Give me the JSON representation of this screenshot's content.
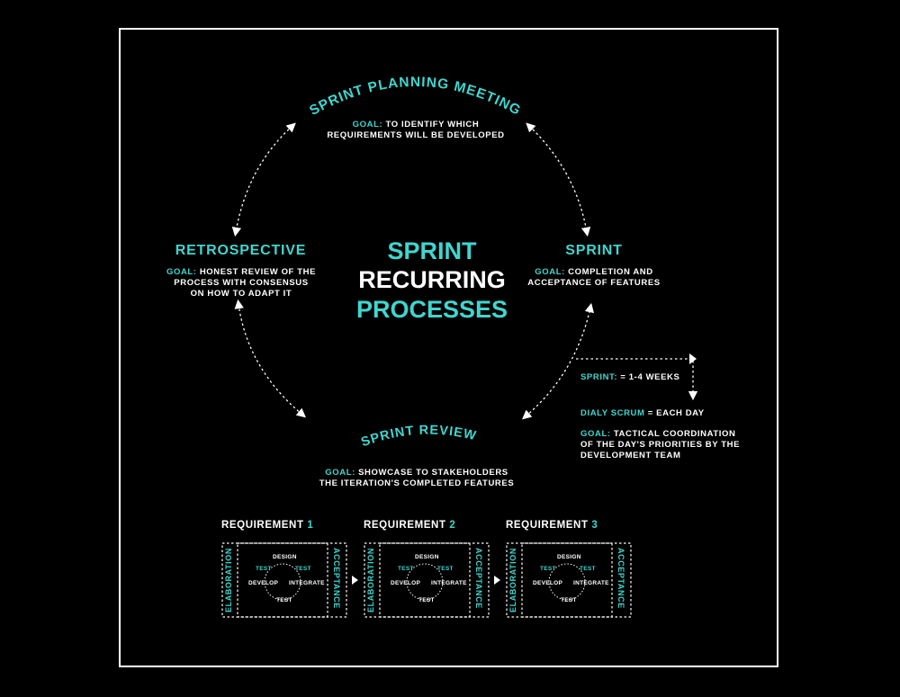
{
  "center": {
    "line1": "SPRINT",
    "line2": "RECURRING",
    "line3": "PROCESSES"
  },
  "planning": {
    "title": "SPRINT PLANNING MEETING",
    "goal_label": "GOAL:",
    "goal_text1": "TO IDENTIFY WHICH",
    "goal_text2": "REQUIREMENTS WILL BE DEVELOPED"
  },
  "sprint": {
    "title": "SPRINT",
    "goal_label": "GOAL:",
    "goal_text1": "COMPLETION AND",
    "goal_text2": "ACCEPTANCE OF FEATURES"
  },
  "retrospective": {
    "title": "RETROSPECTIVE",
    "goal_label": "GOAL:",
    "goal_text1": "HONEST REVIEW OF THE",
    "goal_text2": "PROCESS WITH CONSENSUS",
    "goal_text3": "ON HOW TO ADAPT IT"
  },
  "review": {
    "title": "SPRINT REVIEW",
    "goal_label": "GOAL:",
    "goal_text1": "SHOWCASE TO STAKEHOLDERS",
    "goal_text2": "THE ITERATION'S COMPLETED FEATURES"
  },
  "details": {
    "sprint_label": "SPRINT:",
    "sprint_value": "= 1-4 WEEKS",
    "scrum_label": "DIALY SCRUM",
    "scrum_value": "= EACH DAY",
    "goal_label": "GOAL:",
    "goal_text1": "TACTICAL COORDINATION",
    "goal_text2": "OF THE DAY'S  PRIORITIES BY THE",
    "goal_text3": "DEVELOPMENT TEAM"
  },
  "requirements": [
    {
      "label": "REQUIREMENT",
      "num": "1"
    },
    {
      "label": "REQUIREMENT",
      "num": "2"
    },
    {
      "label": "REQUIREMENT",
      "num": "3"
    }
  ],
  "mini_cycle": {
    "elaboration": "ELABORATION",
    "acceptance": "ACCEPTANCE",
    "design": "DESIGN",
    "test_left": "TEST",
    "test_right": "TEST",
    "develop": "DEVELOP",
    "integrate": "INTEGRATE",
    "test_bottom": "TEST"
  },
  "colors": {
    "accent": "#3fd6cf",
    "text": "#ffffff",
    "background": "#000000"
  }
}
